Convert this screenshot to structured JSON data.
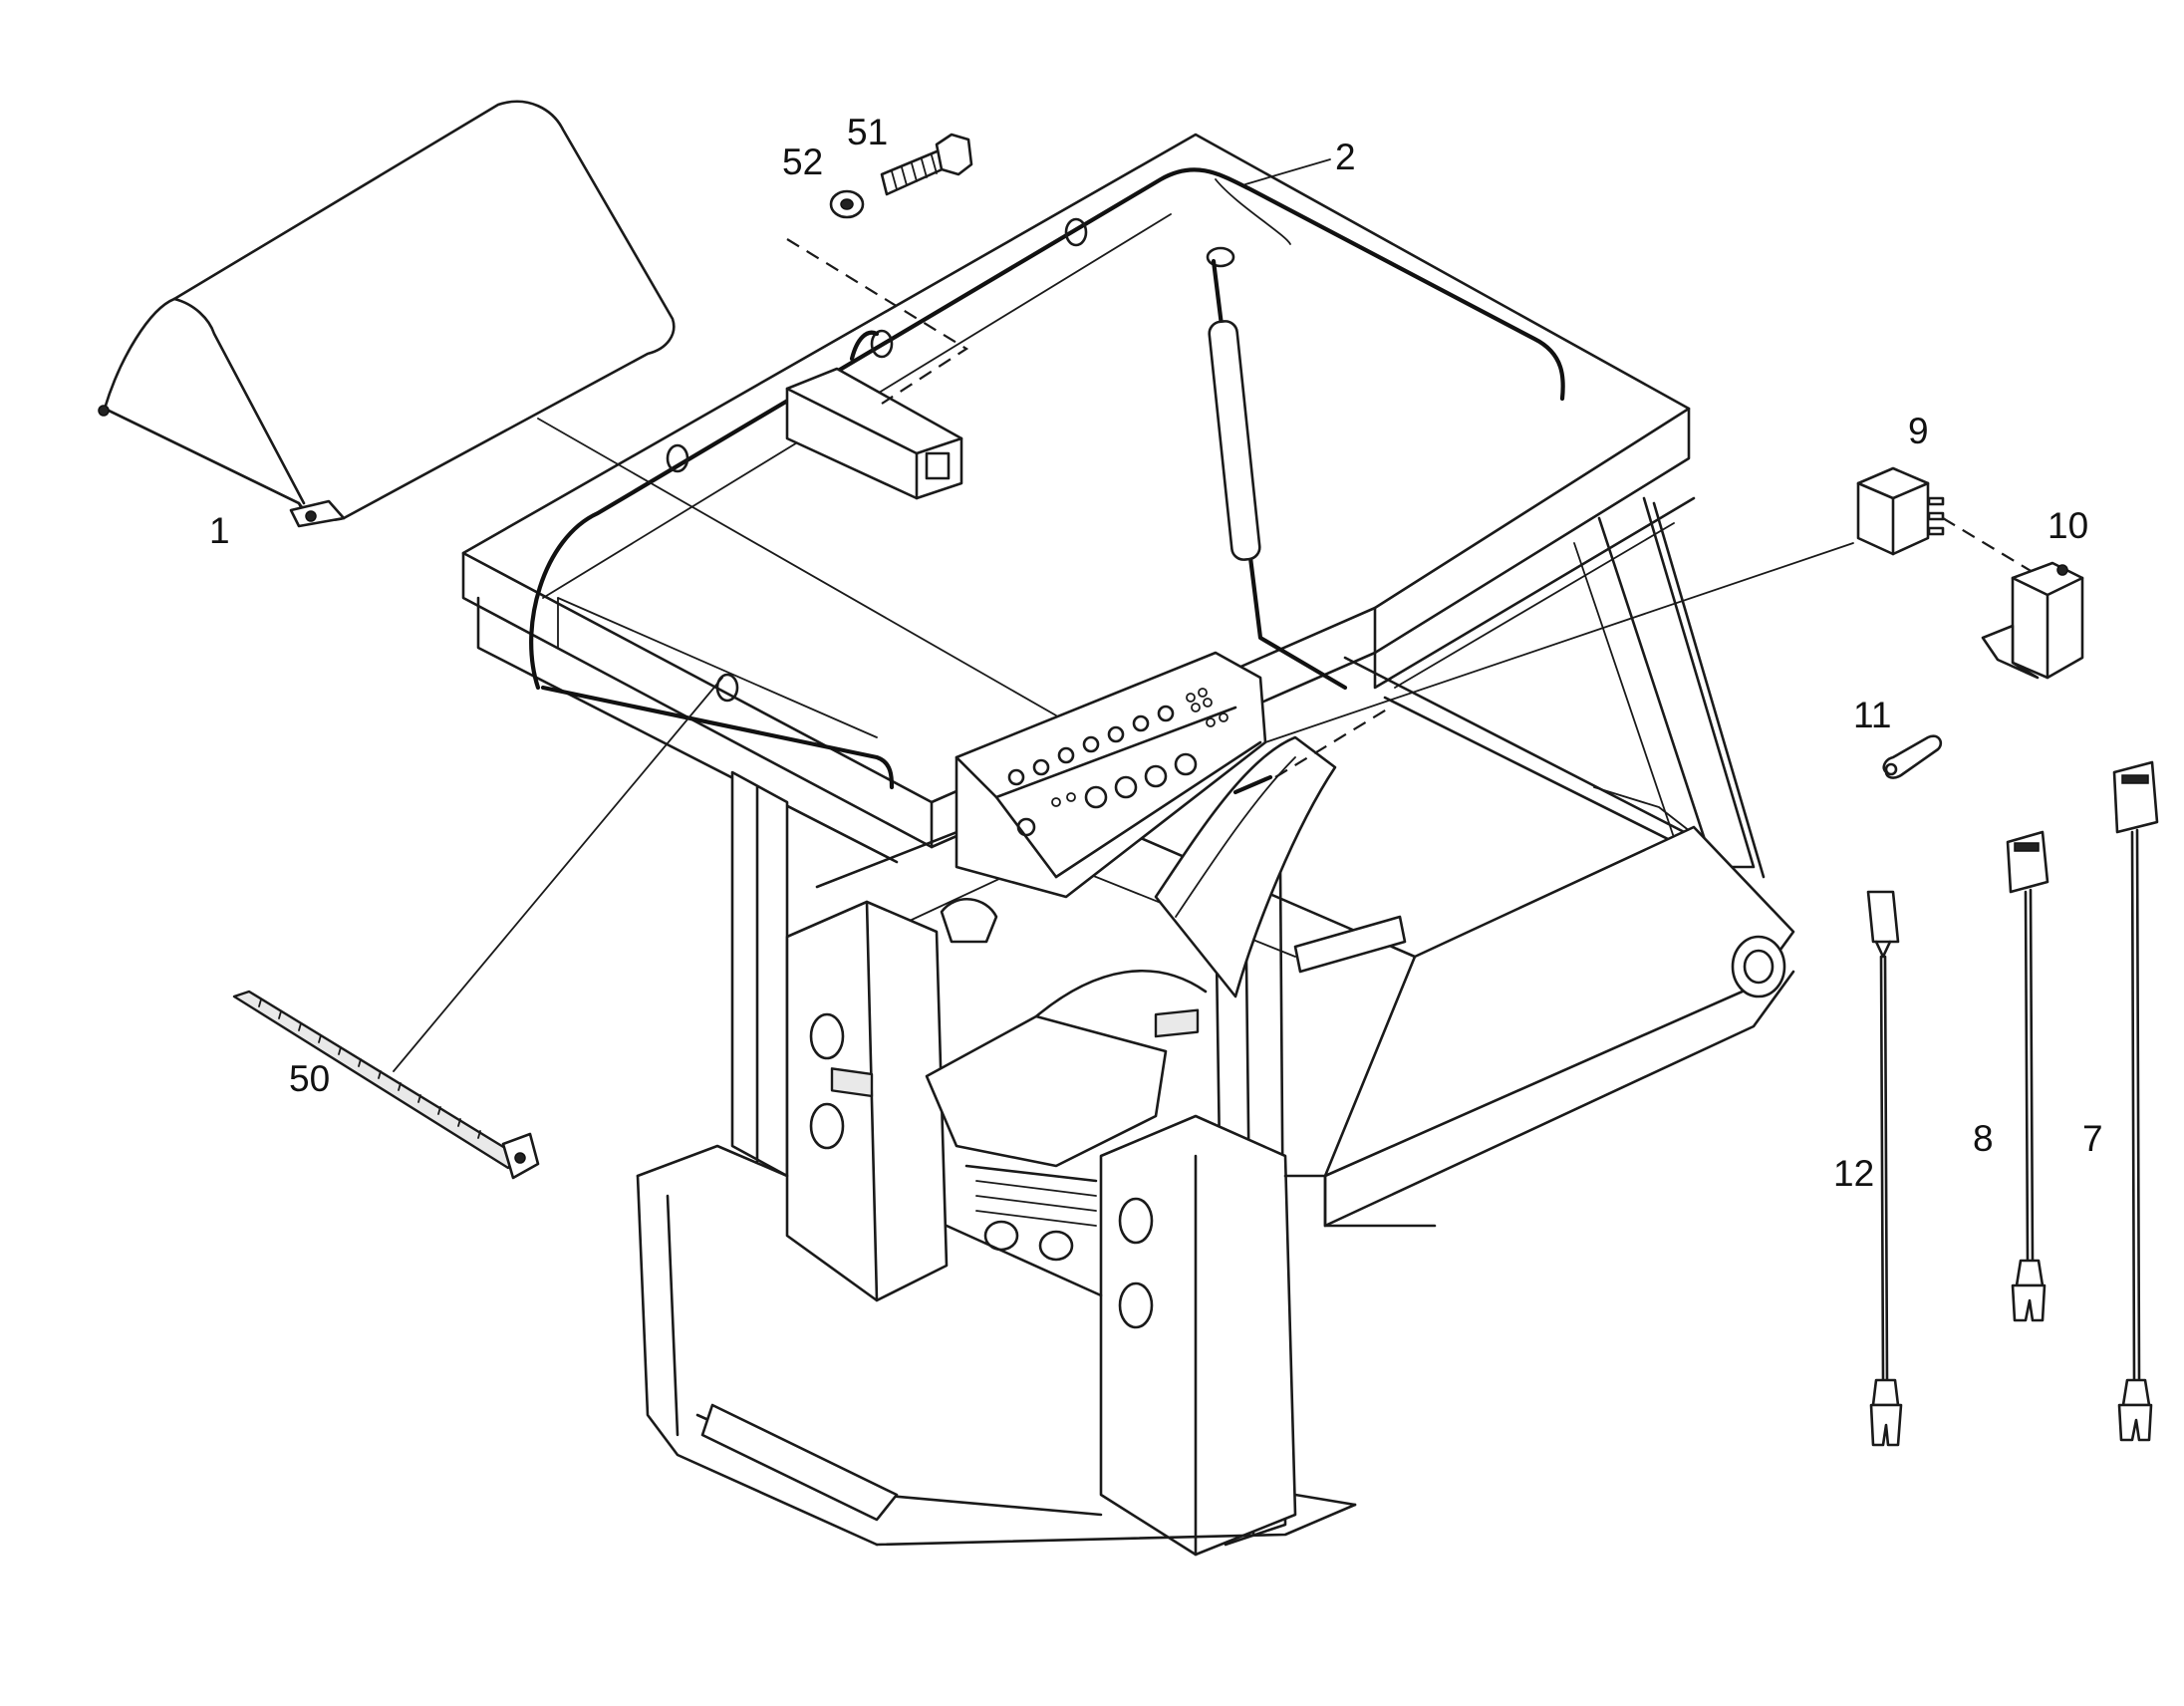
{
  "callouts": {
    "c1": "1",
    "c2": "2",
    "c7": "7",
    "c8": "8",
    "c9": "9",
    "c10": "10",
    "c11": "11",
    "c12": "12",
    "c50": "50",
    "c51": "51",
    "c52": "52"
  },
  "colors": {
    "line": "#1a1a1a",
    "background": "#ffffff"
  }
}
